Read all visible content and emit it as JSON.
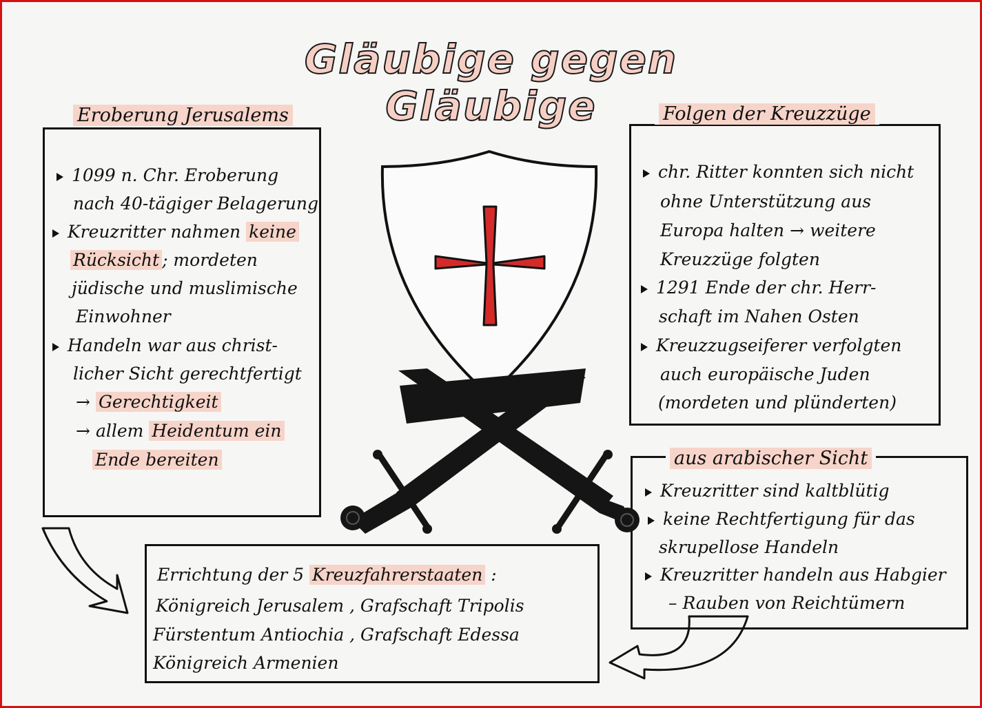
{
  "title": "Gläubige gegen Gläubige",
  "left_box": {
    "heading": "Eroberung Jerusalems",
    "line1": "1099 n. Chr.  Eroberung",
    "line2": "nach 40-tägiger Belagerung",
    "line3a": "Kreuzritter nahmen",
    "line3b": "keine",
    "line4a": "Rücksicht",
    "line4b": "; mordeten",
    "line5": "jüdische und muslimische",
    "line6": "Einwohner",
    "line7": "Handeln  war  aus  christ-",
    "line8": "licher Sicht gerechtfertigt",
    "line9": "Gerechtigkeit",
    "line10a": "allem",
    "line10b": "Heidentum ein",
    "line11": "Ende  bereiten"
  },
  "right_box": {
    "heading": "Folgen der Kreuzzüge",
    "line1": "chr. Ritter konnten sich nicht",
    "line2": "ohne Unterstützung aus",
    "line3a": "Europa  halten",
    "line3b": "weitere",
    "line4": "Kreuzzüge  folgten",
    "line5": "1291  Ende der chr. Herr-",
    "line6": "schaft  im  Nahen  Osten",
    "line7": "Kreuzzugseiferer  verfolgten",
    "line8": "auch  europäische Juden",
    "line9": "(mordeten  und  plünderten)"
  },
  "arab_box": {
    "heading": "aus  arabischer  Sicht",
    "line1": "Kreuzritter sind kaltblütig",
    "line2": "keine  Rechtfertigung  für das",
    "line3": "skrupellose  Handeln",
    "line4": "Kreuzritter handeln aus Habgier",
    "line5": "–   Rauben von Reichtümern"
  },
  "bottom_box": {
    "line1a": "Errichtung  der  5",
    "line1b": "Kreuzfahrerstaaten",
    "line1c": " :",
    "line2": "Königreich  Jerusalem  ,  Grafschaft  Tripolis",
    "line3": "Fürstentum  Antiochia ,  Grafschaft  Edessa",
    "line4": "Königreich  Armenien"
  },
  "icons": {
    "shield": "shield-with-red-cross-icon",
    "swords": "crossed-swords-icon"
  },
  "colors": {
    "highlight": "#f7d4c9",
    "cross": "#d42a2a",
    "border": "#d31212"
  }
}
